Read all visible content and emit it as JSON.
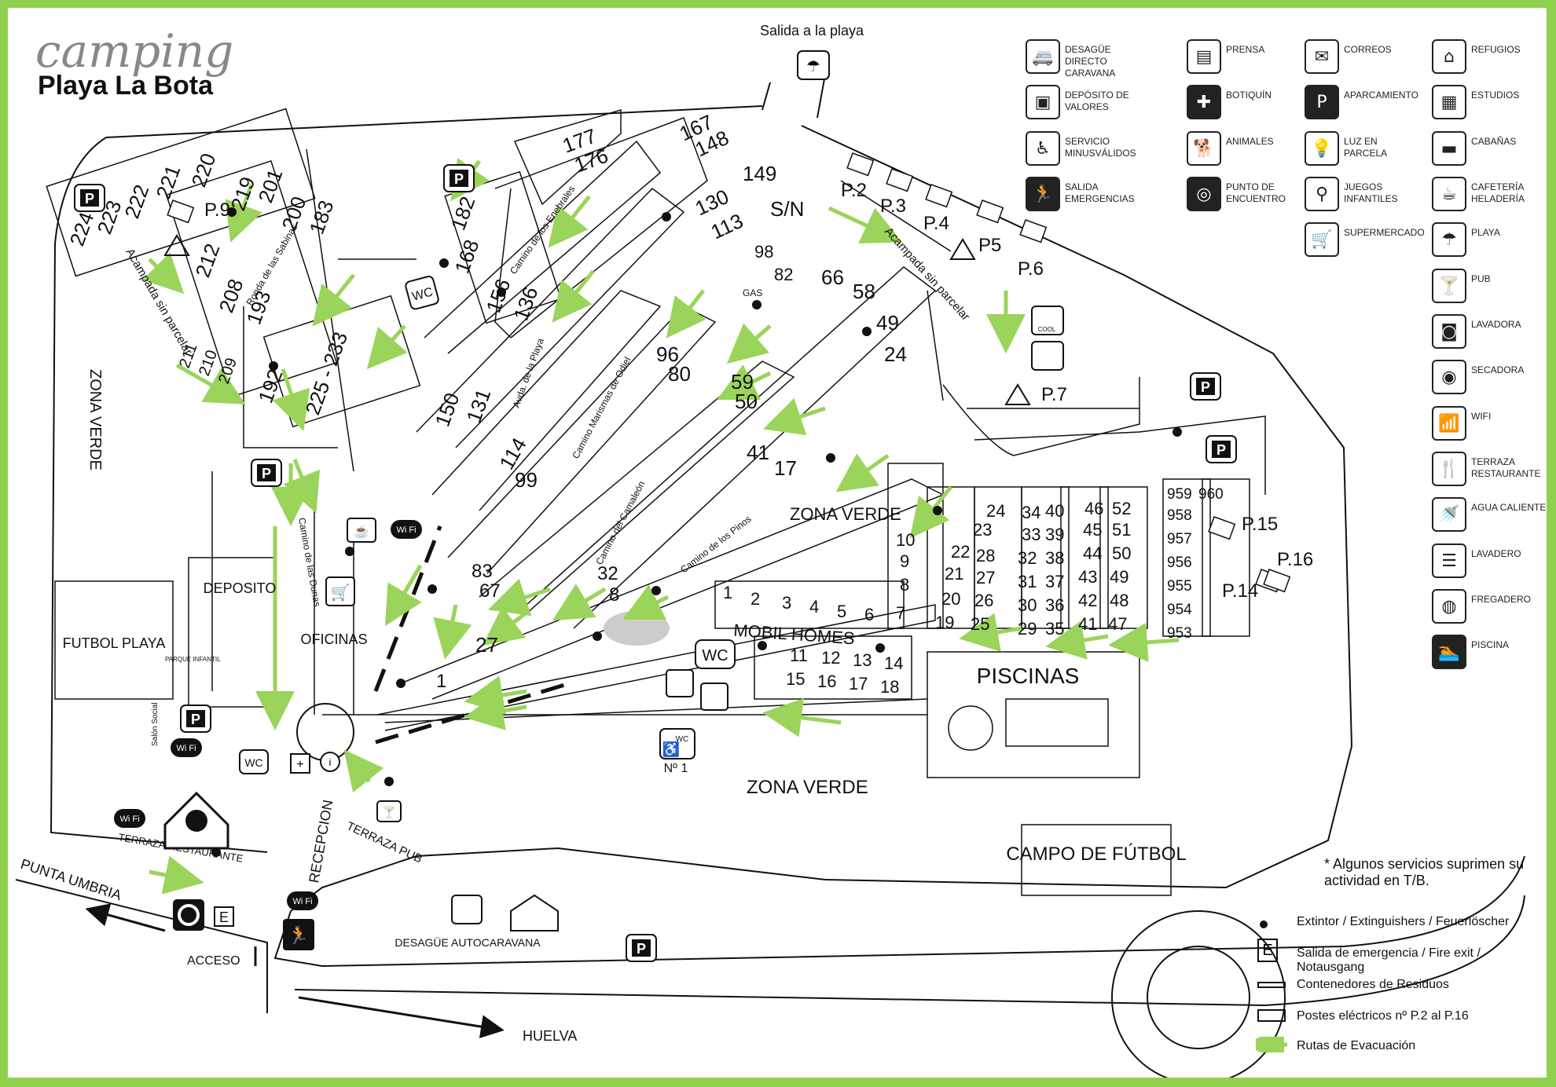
{
  "title": {
    "script": "camping",
    "name": "Playa La Bota"
  },
  "top_exit": "Salida a la playa",
  "zones": {
    "zona_verde_left": "ZONA VERDE",
    "zona_verde_center": "ZONA VERDE",
    "zona_verde_bottom": "ZONA VERDE"
  },
  "streets": {
    "enebrales": "Camino de los Enebrales",
    "sabinas": "Ronda de las Sabinas",
    "playa": "Avda. de la Playa",
    "marismas": "Camino Marismas de Odiel",
    "camaleon": "Camino del Camaleón",
    "pinos": "Camino de los Pinos",
    "dunas": "Camino de las Dunas",
    "acampada_left": "Acampada sin parcelar",
    "acampada_right": "Acampada sin parcelar"
  },
  "buildings": {
    "deposito": "DEPOSITO",
    "oficinas": "OFICINAS",
    "futbol_playa": "FUTBOL PLAYA",
    "mobil_homes": "MOBIL HOMES",
    "piscinas": "PISCINAS",
    "campo_futbol": "CAMPO DE FÚTBOL",
    "recepcion": "RECEPCION",
    "terraza_pub": "TERRAZA PUB",
    "terraza_restaurante": "TERRAZA-RESTAURANTE",
    "salon_social": "Salón Social",
    "parque_infantil": "PARQUE INFANTIL",
    "desague": "DESAGÜE AUTOCARAVANA",
    "wc_no1": "Nº 1",
    "gas": "GAS",
    "wc": "WC",
    "cool": "COOL"
  },
  "roads": {
    "punta_umbria": "PUNTA UMBRIA",
    "acceso": "ACCESO",
    "huelva": "HUELVA"
  },
  "plots": [
    {
      "t": "224"
    },
    {
      "t": "223"
    },
    {
      "t": "222"
    },
    {
      "t": "221"
    },
    {
      "t": "220"
    },
    {
      "t": "219"
    },
    {
      "t": "201"
    },
    {
      "t": "200"
    },
    {
      "t": "183"
    },
    {
      "t": "212"
    },
    {
      "t": "208"
    },
    {
      "t": "193"
    },
    {
      "t": "211"
    },
    {
      "t": "210"
    },
    {
      "t": "209"
    },
    {
      "t": "192"
    },
    {
      "t": "225 - 233"
    },
    {
      "t": "182"
    },
    {
      "t": "168"
    },
    {
      "t": "156"
    },
    {
      "t": "136"
    },
    {
      "t": "177"
    },
    {
      "t": "176"
    },
    {
      "t": "167"
    },
    {
      "t": "148"
    },
    {
      "t": "130"
    },
    {
      "t": "113"
    },
    {
      "t": "149"
    },
    {
      "t": "S/N"
    },
    {
      "t": "98"
    },
    {
      "t": "82"
    },
    {
      "t": "66"
    },
    {
      "t": "58"
    },
    {
      "t": "150"
    },
    {
      "t": "131"
    },
    {
      "t": "114"
    },
    {
      "t": "99"
    },
    {
      "t": "96"
    },
    {
      "t": "80"
    },
    {
      "t": "59"
    },
    {
      "t": "50"
    },
    {
      "t": "49"
    },
    {
      "t": "24"
    },
    {
      "t": "41"
    },
    {
      "t": "17"
    },
    {
      "t": "83"
    },
    {
      "t": "67"
    },
    {
      "t": "32"
    },
    {
      "t": "8"
    },
    {
      "t": "27"
    },
    {
      "t": "1"
    },
    {
      "t": "10"
    },
    {
      "t": "9"
    },
    {
      "t": "8"
    },
    {
      "t": "7"
    },
    {
      "t": "1"
    },
    {
      "t": "2"
    },
    {
      "t": "3"
    },
    {
      "t": "4"
    },
    {
      "t": "5"
    },
    {
      "t": "6"
    },
    {
      "t": "11"
    },
    {
      "t": "12"
    },
    {
      "t": "13"
    },
    {
      "t": "14"
    },
    {
      "t": "15"
    },
    {
      "t": "16"
    },
    {
      "t": "17"
    },
    {
      "t": "18"
    },
    {
      "t": "24"
    },
    {
      "t": "23"
    },
    {
      "t": "22"
    },
    {
      "t": "21"
    },
    {
      "t": "20"
    },
    {
      "t": "19"
    },
    {
      "t": "28"
    },
    {
      "t": "27"
    },
    {
      "t": "26"
    },
    {
      "t": "25"
    },
    {
      "t": "34"
    },
    {
      "t": "33"
    },
    {
      "t": "32"
    },
    {
      "t": "31"
    },
    {
      "t": "30"
    },
    {
      "t": "29"
    },
    {
      "t": "40"
    },
    {
      "t": "39"
    },
    {
      "t": "38"
    },
    {
      "t": "37"
    },
    {
      "t": "36"
    },
    {
      "t": "35"
    },
    {
      "t": "46"
    },
    {
      "t": "45"
    },
    {
      "t": "44"
    },
    {
      "t": "43"
    },
    {
      "t": "42"
    },
    {
      "t": "41"
    },
    {
      "t": "52"
    },
    {
      "t": "51"
    },
    {
      "t": "50"
    },
    {
      "t": "49"
    },
    {
      "t": "48"
    },
    {
      "t": "47"
    },
    {
      "t": "959"
    },
    {
      "t": "960"
    },
    {
      "t": "958"
    },
    {
      "t": "957"
    },
    {
      "t": "956"
    },
    {
      "t": "955"
    },
    {
      "t": "954"
    },
    {
      "t": "953"
    }
  ],
  "posts": [
    "P.2",
    "P.3",
    "P.4",
    "P5",
    "P.6",
    "P.7",
    "P.9",
    "P.14",
    "P.15",
    "P.16"
  ],
  "legend": [
    {
      "icon": "caravan-drain-icon",
      "label": "DESAGÜE DIRECTO CARAVANA"
    },
    {
      "icon": "safe-icon",
      "label": "DEPÓSITO DE VALORES"
    },
    {
      "icon": "wheelchair-icon",
      "label": "SERVICIO MINUSVÁLIDOS"
    },
    {
      "icon": "emergency-exit-icon",
      "label": "SALIDA EMERGENCIAS"
    },
    {
      "icon": "newspaper-icon",
      "label": "PRENSA"
    },
    {
      "icon": "first-aid-icon",
      "label": "BOTIQUÍN"
    },
    {
      "icon": "dog-icon",
      "label": "ANIMALES"
    },
    {
      "icon": "lifebuoy-icon",
      "label": "PUNTO DE ENCUENTRO"
    },
    {
      "icon": "mail-icon",
      "label": "CORREOS"
    },
    {
      "icon": "parking-icon",
      "label": "APARCAMIENTO"
    },
    {
      "icon": "bulb-icon",
      "label": "LUZ EN PARCELA"
    },
    {
      "icon": "swing-icon",
      "label": "JUEGOS INFANTILES"
    },
    {
      "icon": "cart-icon",
      "label": "SUPERMERCADO"
    },
    {
      "icon": "shelter-icon",
      "label": "REFUGIOS"
    },
    {
      "icon": "studio-icon",
      "label": "ESTUDIOS"
    },
    {
      "icon": "cabin-icon",
      "label": "CABAÑAS"
    },
    {
      "icon": "cup-icon",
      "label": "CAFETERÍA HELADERÍA"
    },
    {
      "icon": "umbrella-icon",
      "label": "PLAYA"
    },
    {
      "icon": "cocktail-icon",
      "label": "PUB"
    },
    {
      "icon": "washer-icon",
      "label": "LAVADORA"
    },
    {
      "icon": "dryer-icon",
      "label": "SECADORA"
    },
    {
      "icon": "wifi-icon",
      "label": "WIFI"
    },
    {
      "icon": "restaurant-icon",
      "label": "TERRAZA RESTAURANTE"
    },
    {
      "icon": "shower-icon",
      "label": "AGUA CALIENTE"
    },
    {
      "icon": "laundry-icon",
      "label": "LAVADERO"
    },
    {
      "icon": "dishwash-icon",
      "label": "FREGADERO"
    },
    {
      "icon": "pool-icon",
      "label": "PISCINA"
    }
  ],
  "notes": {
    "services": "* Algunos servicios suprimen su actividad en T/B."
  },
  "key": {
    "extintor": "Extintor / Extinguishers / Feuerlöscher",
    "salida": "Salida de emergencia / Fire exit / Notausgang",
    "contenedores": "Contenedores de Residuos",
    "postes": "Postes eléctricos nº P.2 al P.16",
    "rutas": "Rutas de Evacuación",
    "e_symbol": "E"
  },
  "colors": {
    "frame": "#8fd14f",
    "arrows": "#9ad45a",
    "ink": "#111111"
  }
}
